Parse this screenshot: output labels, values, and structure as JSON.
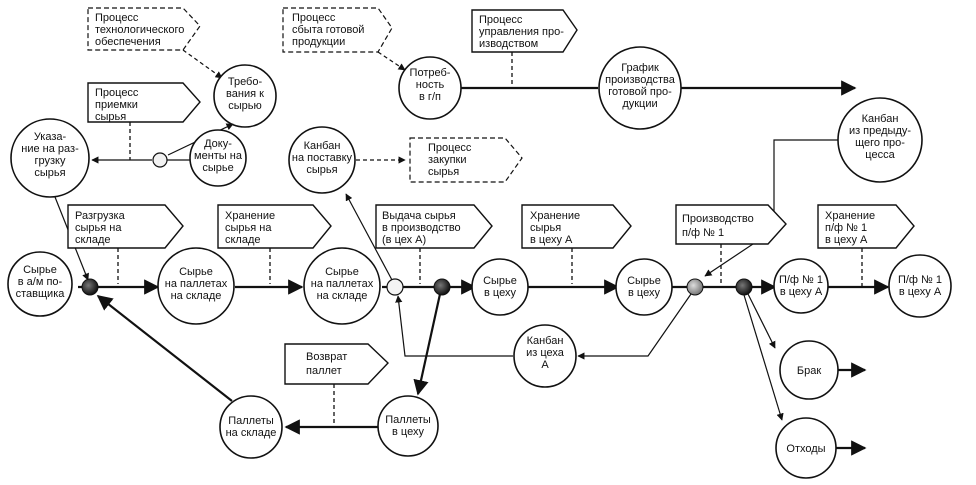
{
  "processes": {
    "tech": [
      "Процесс",
      "технологического",
      "обеспечения"
    ],
    "sales": [
      "Процесс",
      "сбыта готовой",
      "продукции"
    ],
    "mgmt": [
      "Процесс",
      "управления про-",
      "изводством"
    ],
    "receiving": [
      "Процесс",
      "приемки",
      "сырья"
    ],
    "purchase": [
      "Процесс",
      "закупки",
      "сырья"
    ]
  },
  "circles": {
    "requirements": [
      "Требо-",
      "вания к",
      "сырью"
    ],
    "need": [
      "Потреб-",
      "ность",
      "в г/п"
    ],
    "schedule": [
      "График",
      "производства",
      "готовой про-",
      "дукции"
    ],
    "instructions": [
      "Указа-",
      "ние на раз-",
      "грузку",
      "сырья"
    ],
    "documents": [
      "Доку-",
      "менты на",
      "сырье"
    ],
    "kanban_supply": [
      "Канбан",
      "на поставку",
      "сырья"
    ],
    "kanban_prev": [
      "Канбан",
      "из предыду-",
      "щего про-",
      "цесса"
    ],
    "raw_truck": [
      "Сырье",
      "в а/м по-",
      "ставщика"
    ],
    "raw_pallets_1": [
      "Сырье",
      "на паллетах",
      "на складе"
    ],
    "raw_pallets_2": [
      "Сырье",
      "на паллетах",
      "на складе"
    ],
    "raw_shop_1": [
      "Сырье",
      "в цеху"
    ],
    "raw_shop_2": [
      "Сырье",
      "в цеху"
    ],
    "pf_1": [
      "П/ф № 1",
      "в цеху А"
    ],
    "pf_2": [
      "П/ф № 1",
      "в цеху А"
    ],
    "kanban_shop": [
      "Канбан",
      "из цеха",
      "А"
    ],
    "defect": [
      "Брак"
    ],
    "waste": [
      "Отходы"
    ],
    "pallets_store": [
      "Паллеты",
      "на складе"
    ],
    "pallets_shop": [
      "Паллеты",
      "в цеху"
    ]
  },
  "operations": {
    "unloading": [
      "Разгрузка",
      "сырья на",
      "складе"
    ],
    "storage_1": [
      "Хранение",
      "сырья на",
      "складе"
    ],
    "issue": [
      "Выдача сырья",
      "в производство",
      "(в цех А)"
    ],
    "storage_2": [
      "Хранение",
      "сырья",
      "в цеху А"
    ],
    "production": [
      "Производство",
      "п/ф № 1"
    ],
    "storage_3": [
      "Хранение",
      "п/ф № 1",
      "в цеху А"
    ],
    "return": [
      "Возврат",
      "паллет"
    ]
  }
}
